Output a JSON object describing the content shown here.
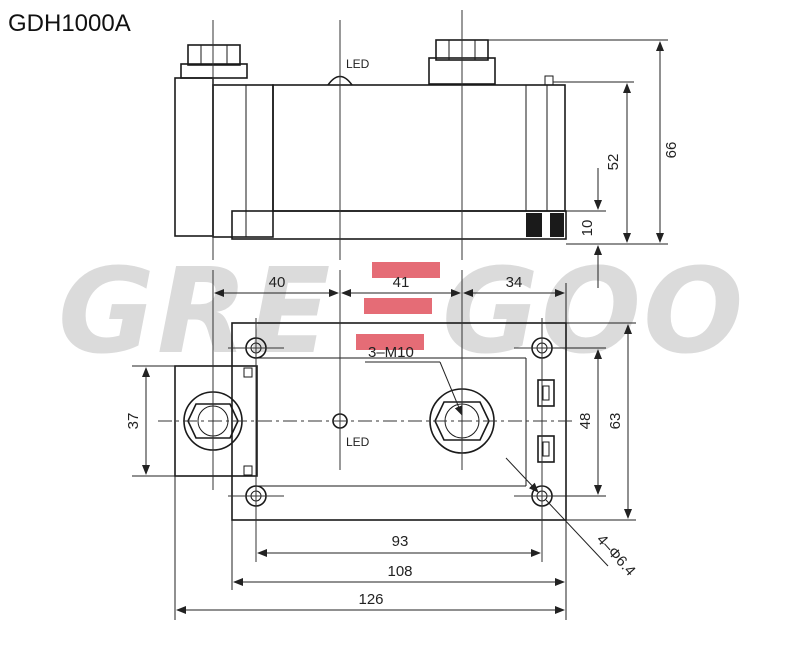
{
  "title": "GDH1000A",
  "watermark": {
    "left": "GRE",
    "right": "GOO",
    "bar_color": "#e0525e",
    "text_color": "#cfcfcf"
  },
  "labels": {
    "led_top": "LED",
    "led_front": "LED",
    "thread": "3–M10",
    "hole": "4–Φ6.4",
    "accent_color": "#e0525e"
  },
  "dimensions": {
    "overall_height": "66",
    "body_height": "52",
    "base_height": "10",
    "span_left": "40",
    "span_mid": "41",
    "span_right": "34",
    "width_inner": "63",
    "height_inner": "48",
    "hex_width": "37",
    "hole_pitch": "93",
    "base_width": "108",
    "total_width": "126"
  }
}
